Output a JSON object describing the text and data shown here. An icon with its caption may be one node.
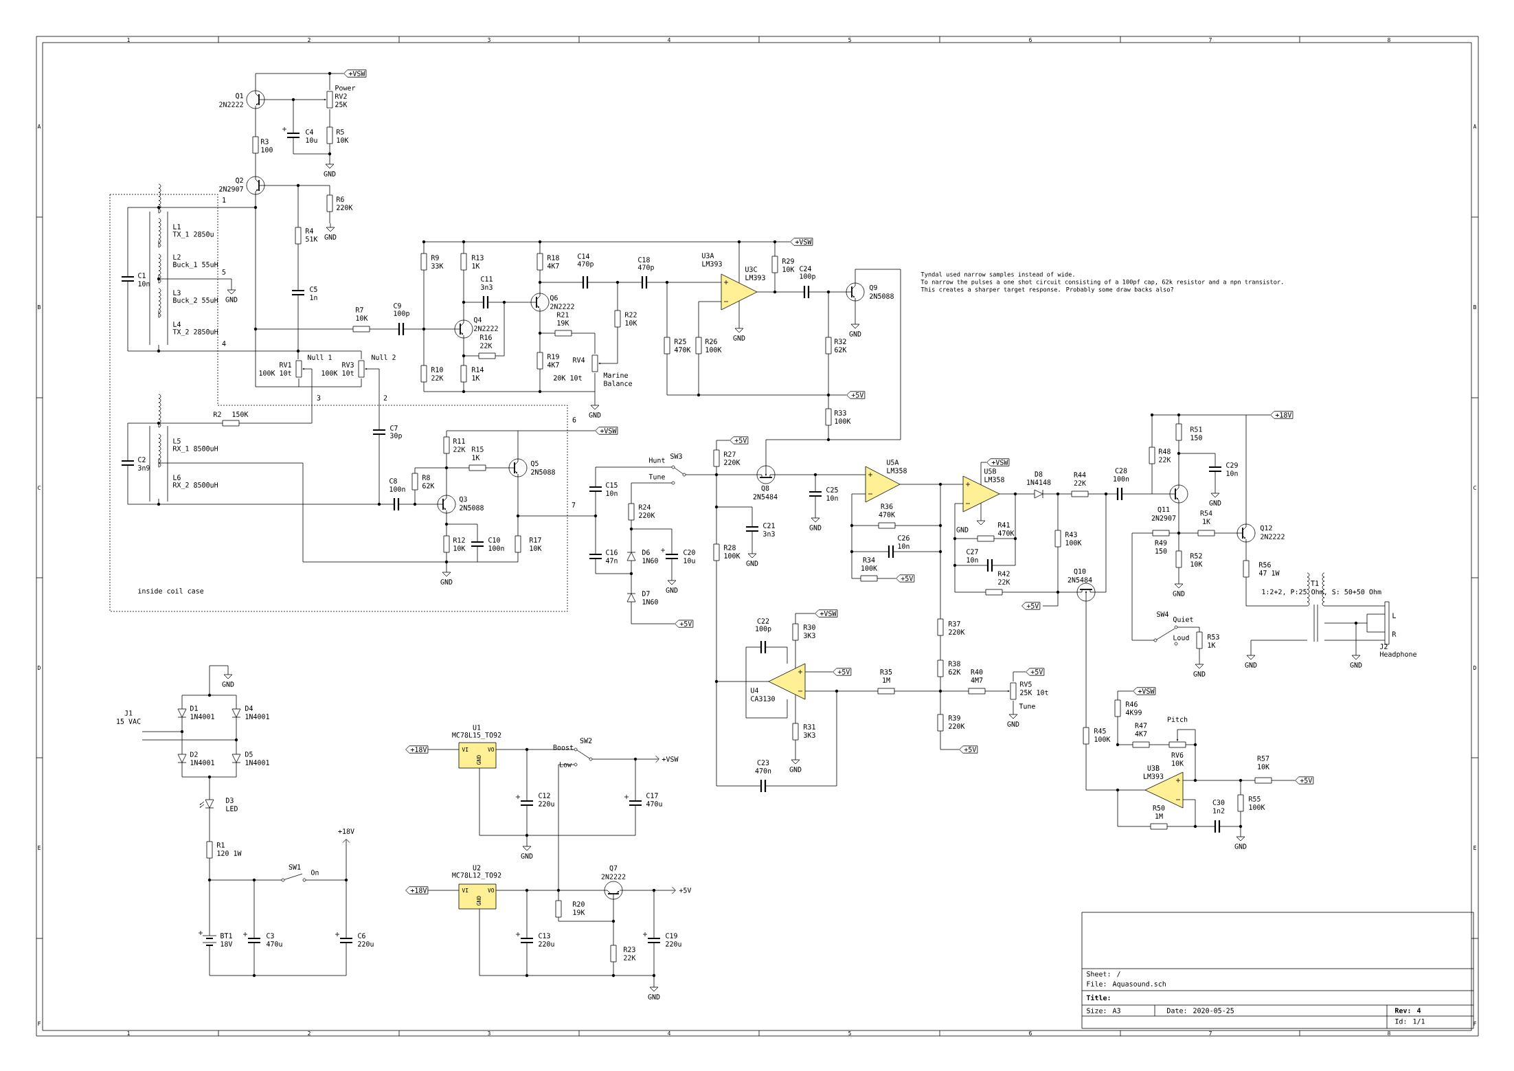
{
  "diagram": {
    "labels": [
      "1",
      "2",
      "3",
      "4",
      "5",
      "6",
      "7",
      "8",
      "1",
      "2",
      "3",
      "4",
      "5",
      "6",
      "7",
      "8",
      "A",
      "B",
      "C",
      "D",
      "E",
      "F",
      "A",
      "B",
      "C",
      "D",
      "E",
      "F",
      "+VSW",
      "Q1",
      "2N2222",
      "Power",
      "RV2",
      "25K",
      "R3",
      "100",
      "C4",
      "10u",
      "R5",
      "10K",
      "GND",
      "Q2",
      "2N2907",
      "R6",
      "220K",
      "1",
      "L1",
      "TX_1 2850u",
      "R4",
      "51K",
      "GND",
      "L2",
      "Buck_1 55uH",
      "5",
      "C1",
      "10n",
      "C5",
      "1n",
      "L3",
      "Buck_2 55uH",
      "GND",
      "R7",
      "10K",
      "C9",
      "100p",
      "L4",
      "TX_2 2850uH",
      "4",
      "Null 1",
      "Null 2",
      "RV1",
      "100K 10t",
      "RV3",
      "100K 10t",
      "3",
      "2",
      "R2",
      "150K",
      "C7",
      "30p",
      "6",
      "L5",
      "RX_1 8500uH",
      "R11",
      "22K",
      "C2",
      "3n9",
      "R15",
      "1K",
      "Q5",
      "2N5088",
      "L6",
      "RX_2 8500uH",
      "R8",
      "62K",
      "C8",
      "100n",
      "Q3",
      "2N5088",
      "7",
      "R12",
      "10K",
      "C10",
      "100n",
      "R17",
      "10K",
      "GND",
      "inside coil case",
      "R9",
      "33K",
      "R13",
      "1K",
      "R18",
      "4K7",
      "C14",
      "470p",
      "C11",
      "3n3",
      "Q6",
      "2N2222",
      "Q4",
      "2N2222",
      "R21",
      "19K",
      "R16",
      "22K",
      "R19",
      "4K7",
      "RV4",
      "20K 10t",
      "R10",
      "22K",
      "R14",
      "1K",
      "Marine",
      "Balance",
      "GND",
      "+VSW",
      "C18",
      "470p",
      "U3A",
      "LM393",
      "U3C",
      "LM393",
      "R29",
      "10K",
      "C24",
      "100p",
      "Q9",
      "2N5088",
      "Tyndal used narrow samples instead of wide.",
      "To narrow the pulses a one shot circuit consisting of a 100pf cap, 62k resistor and a npn transistor.",
      "This creates a sharper target response. Probably some draw backs also?",
      "R22",
      "10K",
      "GND",
      "GND",
      "R25",
      "470K",
      "R26",
      "100K",
      "R32",
      "62K",
      "+5V",
      "R33",
      "100K",
      "+VSW",
      "+5V",
      "SW3",
      "Hunt",
      "Tune",
      "R27",
      "220K",
      "Q8",
      "2N5484",
      "C15",
      "10n",
      "C25",
      "10n",
      "U5A",
      "LM358",
      "+VSW",
      "U5B",
      "LM358",
      "D8",
      "1N4148",
      "R44",
      "22K",
      "C28",
      "100n",
      "R24",
      "220K",
      "C21",
      "3n3",
      "GND",
      "R36",
      "470K",
      "R41",
      "470K",
      "GND",
      "C26",
      "10n",
      "R43",
      "100K",
      "C16",
      "47n",
      "D6",
      "1N60",
      "C20",
      "10u",
      "R28",
      "100K",
      "C27",
      "10n",
      "GND",
      "R34",
      "100K",
      "+5V",
      "R42",
      "22K",
      "Q10",
      "2N5484",
      "GND",
      "+5V",
      "D7",
      "1N60",
      "+5V",
      "C22",
      "100p",
      "+VSW",
      "R30",
      "3K3",
      "U4",
      "CA3130",
      "+5V",
      "R35",
      "1M",
      "R37",
      "220K",
      "R38",
      "62K",
      "R40",
      "4M7",
      "RV5",
      "25K 10t",
      "Tune",
      "+5V",
      "GND",
      "R31",
      "3K3",
      "GND",
      "R39",
      "220K",
      "+5V",
      "C23",
      "470n",
      "R45",
      "100K",
      "R46",
      "4K99",
      "+VSW",
      "R47",
      "4K7",
      "Pitch",
      "RV6",
      "10K",
      "U3B",
      "LM393",
      "R57",
      "10K",
      "+5V",
      "R50",
      "1M",
      "C30",
      "1n2",
      "R55",
      "100K",
      "GND",
      "SW4",
      "Quiet",
      "Loud",
      "R53",
      "1K",
      "GND",
      "+18V",
      "R51",
      "150",
      "R48",
      "22K",
      "C29",
      "10n",
      "GND",
      "Q11",
      "2N2907",
      "R54",
      "1K",
      "Q12",
      "2N2222",
      "R49",
      "150",
      "R52",
      "10K",
      "GND",
      "R56",
      "47 1W",
      "T1",
      "1:2+2, P:25 Ohm, S: 50+50 Ohm",
      "GND",
      "GND",
      "L",
      "R",
      "J2",
      "Headphone",
      "GND",
      "J1",
      "15 VAC",
      "D1",
      "1N4001",
      "D4",
      "1N4001",
      "D2",
      "1N4001",
      "D5",
      "1N4001",
      "D3",
      "LED",
      "+18V",
      "R1",
      "120 1W",
      "SW1",
      "On",
      "BT1",
      "18V",
      "C3",
      "470u",
      "C6",
      "220u",
      "U1",
      "MC78L15_TO92",
      "+18V",
      "VI",
      "VO",
      "GND",
      "SW2",
      "Boost",
      "Low",
      "+VSW",
      "C12",
      "220u",
      "C17",
      "470u",
      "GND",
      "U2",
      "MC78L12_TO92",
      "+18V",
      "VI",
      "VO",
      "GND",
      "Q7",
      "2N2222",
      "+5V",
      "R20",
      "19K",
      "C13",
      "220u",
      "R23",
      "22K",
      "C19",
      "220u",
      "GND",
      "Sheet: /",
      "File: Aquasound.sch",
      "Title:",
      "Size: A3",
      "Date: 2020-05-25",
      "Rev: 4",
      "Id: 1/1"
    ]
  }
}
